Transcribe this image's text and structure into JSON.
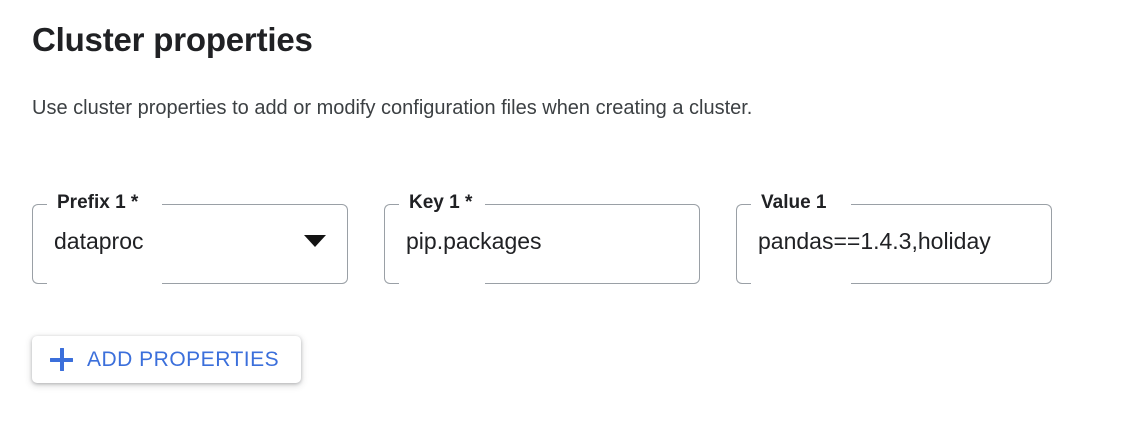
{
  "section": {
    "title": "Cluster properties",
    "description": "Use cluster properties to add or modify configuration files when creating a cluster."
  },
  "fields": [
    {
      "name": "prefix",
      "label": "Prefix 1 *",
      "value": "dataproc",
      "control": "select",
      "caret_icon": "chevron-down-icon",
      "required": true
    },
    {
      "name": "key",
      "label": "Key 1 *",
      "value": "pip.packages",
      "control": "text",
      "required": true
    },
    {
      "name": "value",
      "label": "Value 1",
      "value": "pandas==1.4.3,holiday",
      "control": "text",
      "required": false
    }
  ],
  "actions": {
    "add_properties": {
      "label": "ADD PROPERTIES",
      "icon": "plus-icon"
    }
  },
  "colors": {
    "accent_blue": "#3b6fdb",
    "text_primary": "#202124",
    "text_secondary": "#3c4043",
    "field_border": "#9aa0a6",
    "background": "#ffffff"
  }
}
